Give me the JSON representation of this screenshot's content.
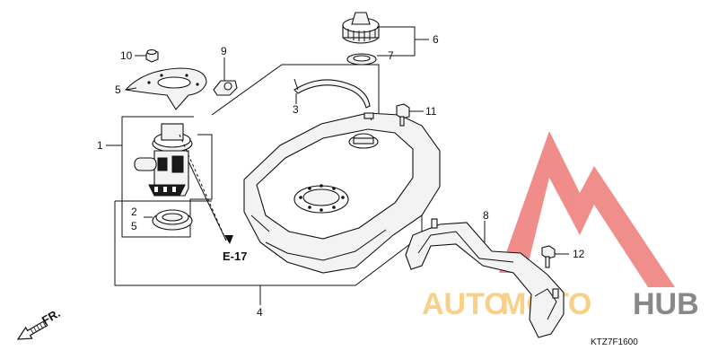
{
  "diagram": {
    "callouts": {
      "c1": "1",
      "c2": "2",
      "c3": "3",
      "c4": "4",
      "c5a": "5",
      "c5b": "5",
      "c6": "6",
      "c7": "7",
      "c8": "8",
      "c9": "9",
      "c10": "10",
      "c11": "11",
      "c12": "12"
    },
    "reference": "E-17",
    "direction": "FR.",
    "drawing_code": "KTZ7F1600"
  },
  "watermark": {
    "part1": "AUTO",
    "part2": "MOTO",
    "part3": "HUB",
    "color_red": "#e4312b",
    "color_orange": "#f4b23a",
    "color_gray": "#3a3a3a"
  }
}
